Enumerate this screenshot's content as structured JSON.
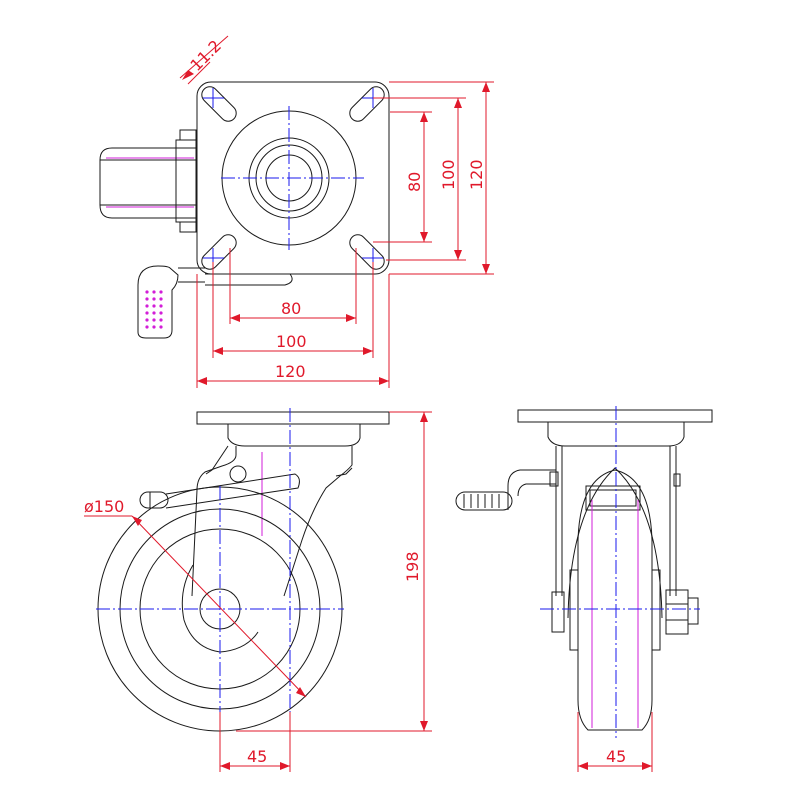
{
  "colors": {
    "object_line": "#1a1a1a",
    "center_line": "#1a1aee",
    "dimension": "#e0192b",
    "tread_detail": "#d21ed8"
  },
  "dimensions": {
    "hole_offset": "11.2",
    "plate_hole_spacing_v": "80",
    "plate_bolt_v": "100",
    "plate_width_v": "120",
    "plate_hole_spacing_h": "80",
    "plate_bolt_h": "100",
    "plate_width_h": "120",
    "wheel_diameter": "ø150",
    "overall_height": "198",
    "swivel_offset": "45",
    "wheel_width": "45"
  }
}
